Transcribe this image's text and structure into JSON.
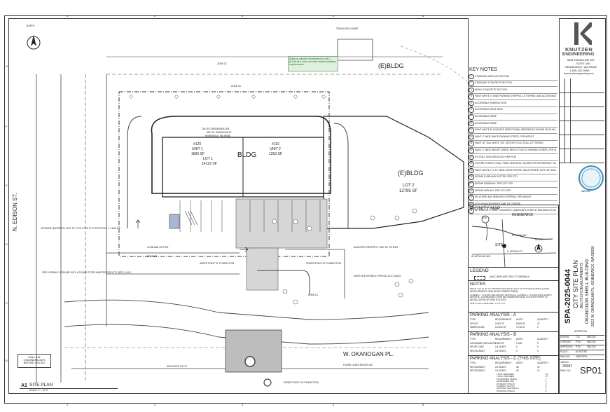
{
  "grid": {
    "cols": [
      "1",
      "2",
      "3",
      "4",
      "5"
    ],
    "rows": [
      "A",
      "B",
      "C",
      "D",
      "E",
      "F",
      "G"
    ]
  },
  "north": "NORTH",
  "site_labels": {
    "e_bldg_top": "(E)BLDG",
    "e_bldg_right": "(E)BLDG",
    "lot2_name": "LOT 2",
    "lot2_area": "12795 SF",
    "bldg": "BLDG",
    "unit1_addr": "#120",
    "unit1_name": "UNIT 1",
    "unit1_area": "1606 SF",
    "lot1": "LOT 1",
    "lot1_area": "14122 SF",
    "unit2_addr": "#110",
    "unit2_name": "UNIT 2",
    "unit2_area": "1253 SF",
    "tax_id": "TAX ID 1339918080001005",
    "tax_addr": "5222 W. OKANOGAN PL.",
    "tax_city": "KENNEWICK, WA 99336",
    "street_edison": "N. EDISON ST.",
    "street_okanogan": "W. OKANOGAN PL.",
    "zone_cc_1": "ZONE CC",
    "zone_cc_2": "ZONE CC",
    "zone_cc_3": "ZONE CC",
    "zone_cc_4": "ZONE CC",
    "drive_note": "Drive-up window not allowed for unit 2 (#110) as it does not meet vehicle stacking requirements.",
    "enclosure": "TRASH ENCLOSURE",
    "adjusted_line": "ADJUSTED PROPERTY LINE, BY OTHERS",
    "water_point": "WATER POINT OF CONNECTION",
    "power_point": "POWER POINT OF CONNECTION",
    "sewer_point": "SEWER POINT OF CONNECTION",
    "sightline": "SIGHTLINE SETBACK PER KMC 18.27.060(D)",
    "found_brass": "FOUND CASED BRASS CAP",
    "curb": "CURB AND GUTTER",
    "bearing": "N89°40'28\"E 190.72'",
    "call811": "CALL 811",
    "call811b": "2 BUSINESS DAYS",
    "call811c": "BEFORE YOU DIG",
    "fire_hydrant": "FIRE HYDRANT UPGRADE WITH LOCKING STORZ ADAPTER PER CITY SPEC 4-5.02",
    "street_light": "UPGRADE (E)STREET LIGHT TO TYPE 1 PER CITY STD DETAIL 7-7 AND 8-2"
  },
  "key_notes": {
    "title": "KEY NOTES",
    "items": [
      "STANDARD ASPHALT SECTION",
      "STANDARD CONCRETE SECTION",
      "HEAVY CONCRETE SECTION",
      "PAINT WHITE 4\" WIDE PARKING STRIPING, LETTERING, AND ACCESSIBLE PARKING SYMBOLS PER ADA REQUIREMENTS AS SHOWN ON PLAN",
      "ACCESSIBLE PARKING SIGN",
      "ACCESSIBLE AISLE SIGN",
      "ACCESSIBLE RAMP",
      "ACCESSIBLE RAMP",
      "PAINT WHITE ELONGATED DIRECTIONAL ARROWS AS SHOWN ON PLAN PER WSDOT",
      "PAINT 4\" WIDE WHITE PARKING STRIPE, PER WSDOT",
      "PAINT 18\" TALL WHITE \"MC\" MOTORCYCLE STALL LETTERING",
      "PAINT 4\" WIDE BRIGHT GREEN REFLECTIVE EV PARKING STRIPE, PER WSDOT AND PER RCW 46.08.185 AND OPTIONAL \"EV\" PARKING MARKING PER OWNERS DIRECTION",
      "EV STALL SIGN INSTALLED PER RCW",
      "FUTURE EVSE/EV STALL PAINT AND SIGN, SHOWN FOR REFERENCE, NOT INSTALLED AT THIS TIME",
      "PAINT WHITE 4\" x 24\" WIDE WHITE STRIPE, WALK STRIPE, WITH 48\" SPACE, TYPICAL",
      "REPAIR CURB AND GUTTER, PER STD",
      "REPAIR SIDEWALK, PER CITY STD",
      "REPAIR ASPHALT, PER CITY STD",
      "RE-STRIPE ANY REMOVED STRIPING, PER WSDOT",
      "SITE SIGNAGE/HEIGHT BAR, BY OTHERS",
      "12\" WIDE BY 6\" DEEP CONCRETE LANDSCAPE STRIP AT BUILDING IN LANDSCAPED AREAS"
    ]
  },
  "vicinity": {
    "title": "VICINITY MAP",
    "city": "KENNEWICK",
    "site": "SITE",
    "north": "NORTH",
    "road1": "W. CANAL DR.",
    "road2": "W. METALINE AVE.",
    "road3": "N. EDISON ST.",
    "route": "240"
  },
  "legend": {
    "title": "LEGEND",
    "item": "ADA COMPLIANT PATH TO SIDEWALK"
  },
  "notes": {
    "title": "NOTES",
    "items": [
      "AREA: 14,122 SF OF IMPERVIOUS AREA, 4,622 SF PERVIOUS AREA (ZONE, DEVELOPMENT, NEW DEVELOPMENT AREA)",
      "CONNECT TO EXISTING WATER SERVICES, CONNECT TO EXISTING SEWER SERVICE, COORDINATE EXISTING UNDERGROUND UTILITIES PRIOR TO INSTALLATION OF NEW UTILITIES",
      "ONE STORY BUILDING TYPE V-B."
    ]
  },
  "parking_a": {
    "title": "PARKING ANALYSIS - A",
    "headers": [
      "TYPE",
      "REQUIREMENT",
      "UNITS",
      "QUANTITY"
    ],
    "rows": [
      [
        "OFFICE",
        "1/300 SF",
        "8,539 SF",
        "22"
      ],
      [
        "WAREHOUSE",
        "1/3,500 SF",
        "4,718 SF",
        "2"
      ]
    ]
  },
  "parking_b": {
    "title": "PARKING ANALYSIS - B",
    "headers": [
      "TYPE",
      "REQUIREMENT",
      "UNITS",
      "QUANTITY"
    ],
    "rows": [
      [
        "HARDWARE WELLNESS",
        "1/250 SF",
        "1,318",
        "5"
      ],
      [
        "SPORT CAFE",
        "1/4 SEATS",
        "0",
        "0"
      ],
      [
        "RESTAURANT",
        "1/4 SEATS",
        "0",
        "0"
      ]
    ]
  },
  "parking_c": {
    "title": "PARKING ANALYSIS - C (THIS SITE)",
    "headers": [
      "TYPE",
      "REQUIREMENT",
      "UNITS",
      "QUANTITY"
    ],
    "rows": [
      [
        "RESTAURANT",
        "1/4 SEATS",
        "48",
        "12"
      ],
      [
        "RESTAURANT",
        "1/4 SEATS",
        "48",
        "12"
      ]
    ],
    "summary": [
      "TOTAL REQUIRED",
      "TOTAL PROVIDED",
      "ACCESSIBLE VAN/EV",
      "ACCESSIBLE VAN",
      "EV READY STALLS",
      "COMPACT STALLS",
      "MOTORCYCLE STALLS",
      "STACKING STALLS"
    ],
    "summary_vals": [
      "24",
      "27",
      "1",
      "1",
      "2",
      "0",
      "1",
      "6"
    ]
  },
  "title_block": {
    "firm1": "KNUTZEN",
    "firm2": "ENGINEERING",
    "addr1": "5401 RIDGELINE DR.",
    "addr2": "SUITE 160",
    "addr3": "KENNEWICK, WA 99338",
    "phone": "1-509-222-0959",
    "web": "www.knutzenengineering.com",
    "vertical_id": "SPA-2025-0044",
    "vertical_plan": "CITY SITE PLAN",
    "vertical_client": "BELTSCH DEVELOPMENTS",
    "vertical_project": "OKANOGAN SHELL BUILDING",
    "vertical_addr": "5222 W. OKANOGAN PL. KENNEWICK, WA 99336",
    "stamp_date": "08/22/25",
    "approval": "APPROVAL",
    "design_by": "TJC",
    "design_date": "08/22/25",
    "checked_by": "PTM",
    "checked_date": "08/22/25",
    "approved_by": "PTM",
    "approved_date": "08/22/25",
    "scale": "AS NOTED",
    "dwg": "25087SP01",
    "job": "25087",
    "sheet": "SP01",
    "labels": [
      "DESIGN",
      "CHECKED",
      "APPROVED",
      "SCALE",
      "DWG NO.",
      "JOB NO.",
      "DWG. NO."
    ]
  },
  "sheet_title": {
    "id": "A1",
    "name": "SITE PLAN",
    "scale": "SCALE: 1\" = 10'-0\""
  }
}
